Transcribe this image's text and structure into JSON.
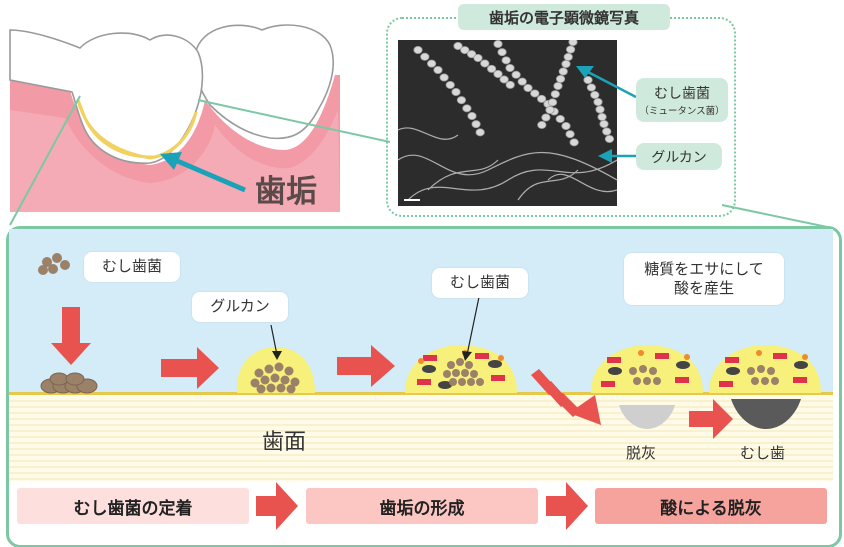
{
  "title": "歯垢の電子顕微鏡写真",
  "top_labels": {
    "bacteria_main": "むし歯菌",
    "bacteria_sub": "（ミュータンス菌）",
    "glucan": "グルカン",
    "plaque": "歯垢"
  },
  "process": {
    "bacteria_label": "むし歯菌",
    "glucan_label": "グルカン",
    "bacteria_label_2": "むし歯菌",
    "acid_line1": "糖質をエサにして",
    "acid_line2": "酸を産生",
    "tooth_surface": "歯面",
    "demineralization": "脱灰",
    "cavity": "むし歯"
  },
  "stages": [
    "むし歯菌の定着",
    "歯垢の形成",
    "酸による脱灰"
  ],
  "colors": {
    "frame_green": "#7cc8a4",
    "sky": "#d3ecf7",
    "arrow_red": "#e8534f",
    "plaque_yellow": "#f7f07a",
    "gum_pink": "#f29aa6",
    "teal_pointer": "#1aa3b8"
  }
}
